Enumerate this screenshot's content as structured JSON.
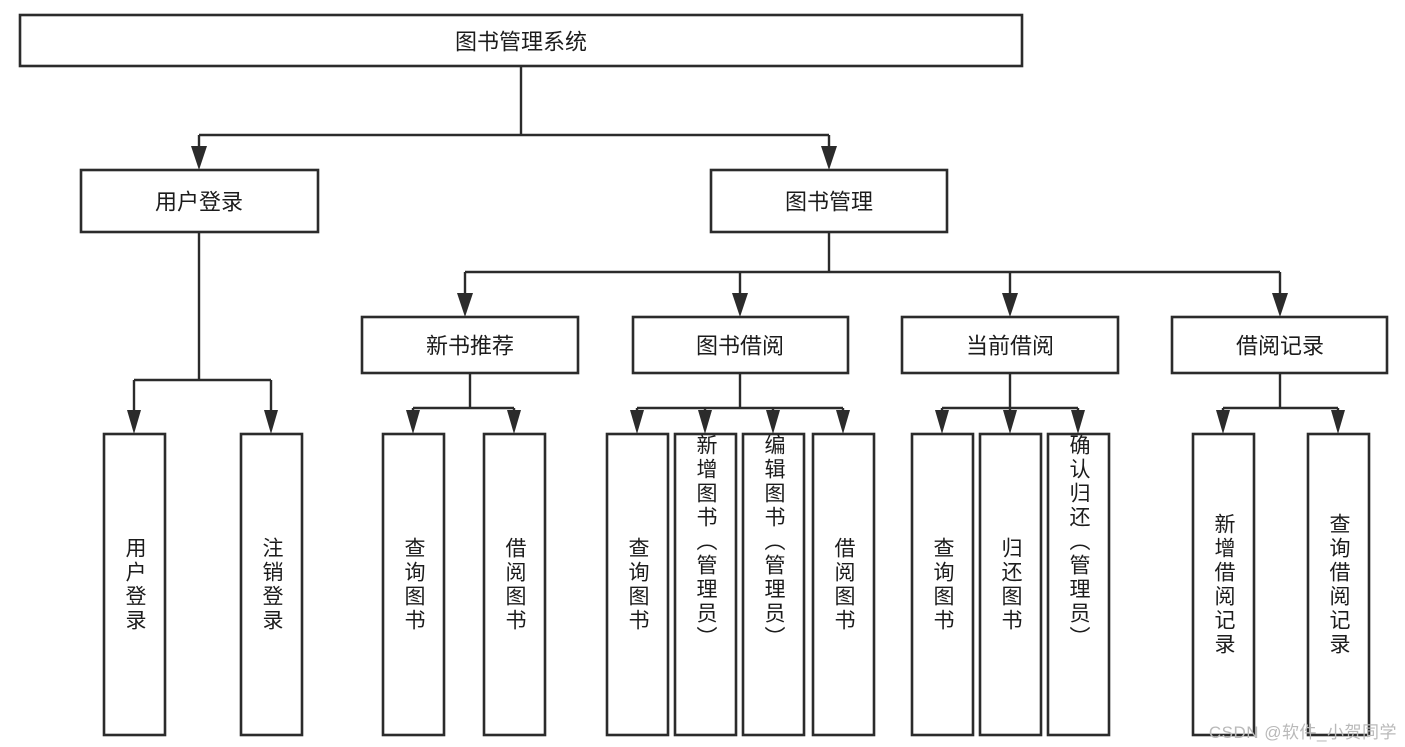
{
  "diagram": {
    "type": "hierarchy-tree",
    "title": "图书管理系统",
    "watermark": "CSDN @软件_小贺同学",
    "colors": {
      "box_stroke": "#2b2b2b",
      "box_fill": "#ffffff",
      "text": "#1c1c1c",
      "watermark": "#b9b9b9",
      "background": "#ffffff"
    },
    "levels": {
      "root": {
        "label": "图书管理系统"
      },
      "level2": [
        {
          "label": "用户登录"
        },
        {
          "label": "图书管理"
        }
      ],
      "level3": [
        {
          "label": "新书推荐"
        },
        {
          "label": "图书借阅"
        },
        {
          "label": "当前借阅"
        },
        {
          "label": "借阅记录"
        }
      ],
      "leaves": [
        {
          "label": "用户登录",
          "parent": "用户登录"
        },
        {
          "label": "注销登录",
          "parent": "用户登录"
        },
        {
          "label": "查询图书",
          "parent": "新书推荐"
        },
        {
          "label": "借阅图书",
          "parent": "新书推荐"
        },
        {
          "label": "查询图书",
          "parent": "图书借阅"
        },
        {
          "label": "新增图书（管理员）",
          "parent": "图书借阅"
        },
        {
          "label": "编辑图书（管理员）",
          "parent": "图书借阅"
        },
        {
          "label": "借阅图书",
          "parent": "图书借阅"
        },
        {
          "label": "查询图书",
          "parent": "当前借阅"
        },
        {
          "label": "归还图书",
          "parent": "当前借阅"
        },
        {
          "label": "确认归还（管理员）",
          "parent": "当前借阅"
        },
        {
          "label": "新增借阅记录",
          "parent": "借阅记录"
        },
        {
          "label": "查询借阅记录",
          "parent": "借阅记录"
        }
      ]
    }
  }
}
